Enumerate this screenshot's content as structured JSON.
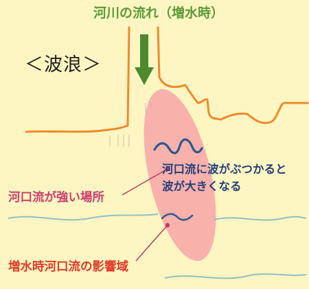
{
  "title": "河川の流れ（増水時）",
  "heading": "＜波浪＞",
  "note": {
    "line1": "河口流に波がぶつかると",
    "line2": "波が大きくなる"
  },
  "label_strong": "河口流が強い場所",
  "label_zone": "増水時河口流の影響域",
  "colors": {
    "background": "#fdf6c2",
    "shoreline": "#ef8a2c",
    "flow_arrow": "#4d8a2e",
    "river_mouth_zone": "#f8a5a8",
    "wave": "#2a5a90",
    "sea_line": "#8fc0c4",
    "leader": "#c23b62"
  },
  "icons": [
    "flow-arrow-icon",
    "wave-icon"
  ]
}
